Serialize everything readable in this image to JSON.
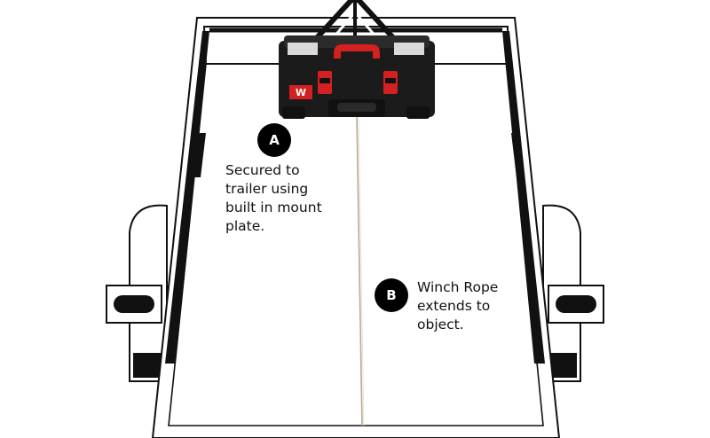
{
  "callouts": [
    {
      "letter": "A",
      "lines": [
        "Secured to",
        "trailer using",
        "built in mount",
        "plate."
      ]
    },
    {
      "letter": "B",
      "lines": [
        "Winch Rope",
        "extends to",
        "object."
      ]
    }
  ],
  "colors": {
    "outline": "#111111",
    "case_body": "#1b1b1b",
    "case_accent": "#d42020",
    "rope": "#b8a890"
  },
  "case": {
    "logo_mark": "W"
  }
}
